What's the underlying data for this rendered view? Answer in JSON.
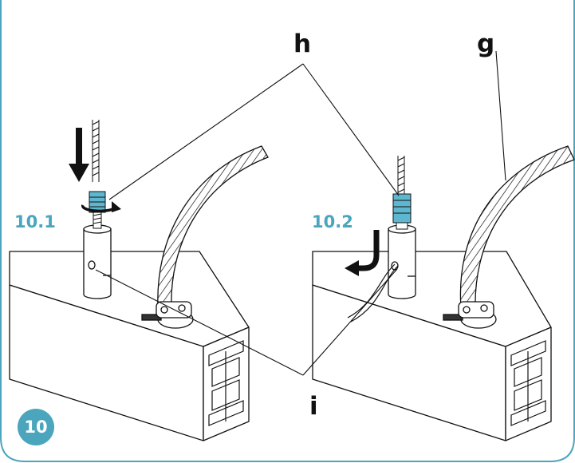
{
  "colors": {
    "accent": "#4aa5bd",
    "connector": "#5fb7cf",
    "line": "#111111"
  },
  "icons": [
    "down-arrow-icon",
    "rotate-arrow-icon",
    "bend-arrow-icon"
  ],
  "labels": {
    "h": "h",
    "g": "g",
    "i": "i",
    "step_1": "10.1",
    "step_2": "10.2",
    "step_number": "10"
  }
}
